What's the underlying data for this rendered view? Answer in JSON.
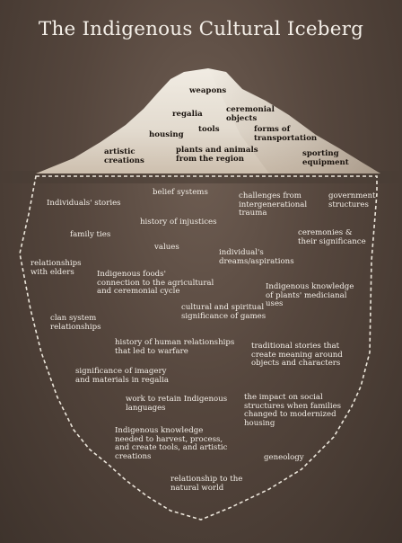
{
  "title": "The Indigenous Cultural Iceberg",
  "colors": {
    "background": "#55463d",
    "ice_top": "#ece6db",
    "ice_shadow": "#b9ab9a",
    "outline": "#ece6db",
    "top_text": "#1a130e",
    "submerged_text": "#f4efe8"
  },
  "above_water": [
    "weapons",
    "regalia",
    "ceremonial\nobjects",
    "tools",
    "housing",
    "forms of\ntransportation",
    "artistic\ncreations",
    "plants and animals\nfrom the region",
    "sporting\nequipment"
  ],
  "below_water": [
    "belief systems",
    "Individuals' stories",
    "challenges from\nintergenerational\ntrauma",
    "government\nstructures",
    "history of injustices",
    "family ties",
    "ceremonies &\ntheir significance",
    "values",
    "individual's\ndreams/aspirations",
    "relationships\nwith elders",
    "Indigenous foods'\nconnection to the agricultural\nand ceremonial cycle",
    "Indigenous knowledge\nof plants' medicianal\nuses",
    "cultural and spiritual\nsignificance of games",
    "clan system\nrelationships",
    "history of human relationships\nthat led to warfare",
    "traditional stories that\ncreate meaning around\nobjects and characters",
    "significance of imagery\nand materials in regalia",
    "work to retain Indigenous\nlanguages",
    "the impact on social\nstructures when families\nchanged to modernized\nhousing",
    "Indigenous knowledge\nneeded to harvest, process,\nand create tools, and artistic\ncreations",
    "geneology",
    "relationship to the\nnatural world"
  ]
}
